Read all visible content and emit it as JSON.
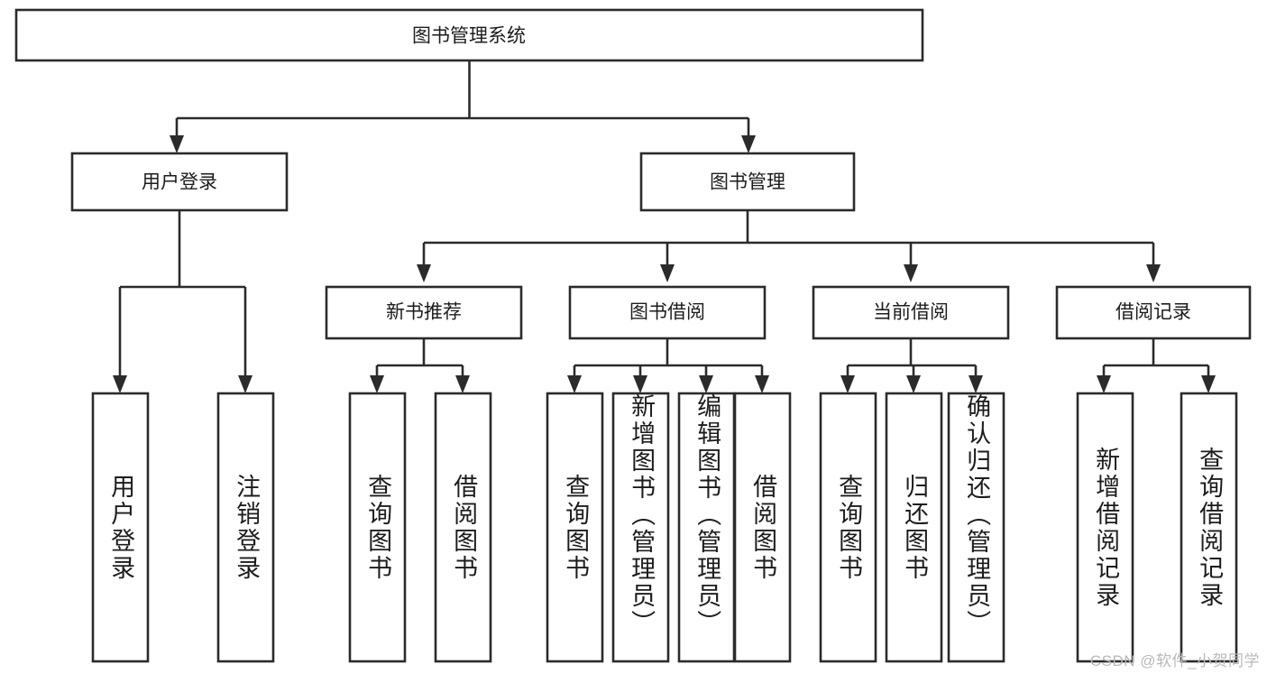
{
  "diagram": {
    "type": "hierarchy-tree",
    "title": "图书管理系统",
    "orientation": "top-down",
    "watermark": "CSDN @软件_小贺同学",
    "root": {
      "id": "root",
      "label": "图书管理系统"
    },
    "level1": [
      {
        "id": "user-login",
        "label": "用户登录"
      },
      {
        "id": "book-manage",
        "label": "图书管理"
      }
    ],
    "level2": [
      {
        "id": "new-book-recommend",
        "label": "新书推荐",
        "parent": "book-manage"
      },
      {
        "id": "book-borrow",
        "label": "图书借阅",
        "parent": "book-manage"
      },
      {
        "id": "current-borrow",
        "label": "当前借阅",
        "parent": "book-manage"
      },
      {
        "id": "borrow-record",
        "label": "借阅记录",
        "parent": "book-manage"
      }
    ],
    "leaves": [
      {
        "id": "leaf-user-login",
        "label": "用户登录",
        "parent": "user-login"
      },
      {
        "id": "leaf-logout-login",
        "label": "注销登录",
        "parent": "user-login"
      },
      {
        "id": "leaf-query-book-1",
        "label": "查询图书",
        "parent": "new-book-recommend"
      },
      {
        "id": "leaf-borrow-book-1",
        "label": "借阅图书",
        "parent": "new-book-recommend"
      },
      {
        "id": "leaf-query-book-2",
        "label": "查询图书",
        "parent": "book-borrow"
      },
      {
        "id": "leaf-add-book",
        "label": "新增图书（管理员）",
        "parent": "book-borrow"
      },
      {
        "id": "leaf-edit-book",
        "label": "编辑图书（管理员）",
        "parent": "book-borrow"
      },
      {
        "id": "leaf-borrow-book-2",
        "label": "借阅图书",
        "parent": "book-borrow"
      },
      {
        "id": "leaf-query-book-3",
        "label": "查询图书",
        "parent": "current-borrow"
      },
      {
        "id": "leaf-return-book",
        "label": "归还图书",
        "parent": "current-borrow"
      },
      {
        "id": "leaf-confirm-return",
        "label": "确认归还（管理员）",
        "parent": "current-borrow"
      },
      {
        "id": "leaf-add-record",
        "label": "新增借阅记录",
        "parent": "borrow-record"
      },
      {
        "id": "leaf-query-record",
        "label": "查询借阅记录",
        "parent": "borrow-record"
      }
    ],
    "colors": {
      "background": "#ffffff",
      "box_fill": "#ffffff",
      "box_stroke": "#2b2b2b",
      "text": "#1c1c1c",
      "watermark": "#b9b9b9"
    }
  }
}
